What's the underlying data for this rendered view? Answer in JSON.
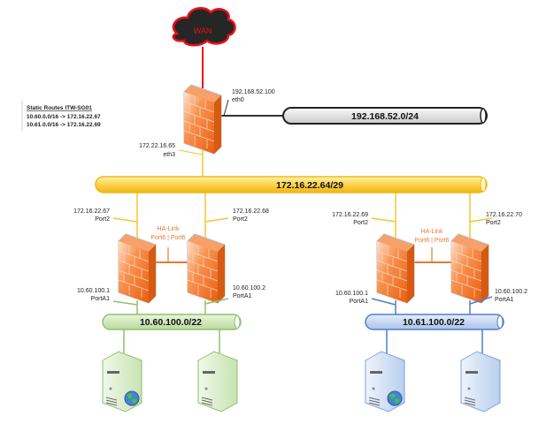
{
  "wan": {
    "label": "WAN"
  },
  "static_routes": {
    "title": "Static Routes ITW-SG01",
    "routes": [
      "10.60.0.0/16 -> 172.16.22.67",
      "10.61.0.0/16 -> 172.16.22.69"
    ]
  },
  "core_firewall": {
    "eth0_ip": "192.168.52.100",
    "eth0_label": "eth0",
    "eth3_ip": "172.22.16.65",
    "eth3_label": "eth3"
  },
  "networks": {
    "external": "192.168.52.0/24",
    "transit": "172.16.22.64/29",
    "site_a": "10.60.100.0/22",
    "site_b": "10.61.100.0/22"
  },
  "cluster_a": {
    "fw1": {
      "port2_ip": "172.16.22.67",
      "port2": "Port2",
      "porta1_ip": "10.60.100.1",
      "porta1": "PortA1"
    },
    "fw2": {
      "port2_ip": "172.16.22.68",
      "port2": "Port2",
      "porta1_ip": "10.60.100.2",
      "porta1": "PortA1"
    },
    "ha_title": "HA-Link",
    "ha_ports": "Port6 | Port6"
  },
  "cluster_b": {
    "fw1": {
      "port2_ip": "172.16.22.69",
      "port2": "Port2",
      "porta1_ip": "10.60.100.1",
      "porta1": "PortA1"
    },
    "fw2": {
      "port2_ip": "172.16.22.70",
      "port2": "Port2",
      "porta1_ip": "10.60.100.2",
      "porta1": "PortA1"
    },
    "ha_title": "HA-Link",
    "ha_ports": "Port6 | Port6"
  },
  "colors": {
    "wan_link": "#e8101a",
    "external": "#333333",
    "transit": "#f7c531",
    "site_a": "#8fc16b",
    "site_b": "#4f7fc9",
    "ha": "#e8792f",
    "firewall": "#f47a30"
  }
}
